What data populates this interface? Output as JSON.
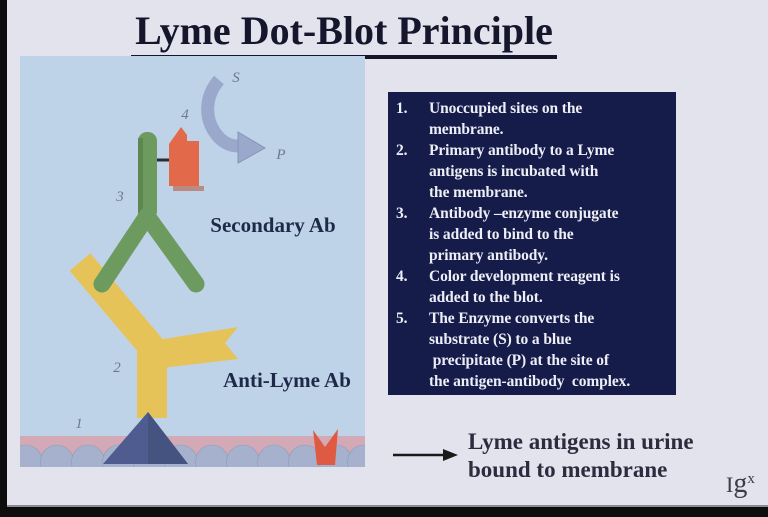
{
  "title": {
    "text": "Lyme Dot-Blot Principle"
  },
  "diagram": {
    "labels": {
      "secondary_ab": "Secondary Ab",
      "anti_lyme_ab": "Anti-Lyme Ab",
      "substrate": "S",
      "product": "P",
      "n1": "1",
      "n2": "2",
      "n3": "3",
      "n4": "4"
    },
    "colors": {
      "panel": "#bfd3e8",
      "membrane_band": "#d4a9b6",
      "membrane_bump": "#a6b1cd",
      "antigen_triangle": "#4e5c90",
      "antigen_triangle_shade": "#44517f",
      "primary_antibody_yellow": "#e6c358",
      "secondary_antibody_green": "#6d9a5f",
      "enzyme_orange": "#e2694a",
      "enzyme_shadow": "#b5502f",
      "antigen_chevron_red": "#de5a43",
      "substrate_arrow": "#9aa8cb",
      "substrate_arrow_edge": "#8694b8",
      "steps_box_bg": "#161c4a",
      "slide_bg": "#e3e3ee",
      "frame": "#0d0d0d"
    }
  },
  "steps_box": {
    "items": [
      {
        "num": "1.",
        "lines": [
          "Unoccupied sites on the",
          "membrane."
        ]
      },
      {
        "num": "2.",
        "lines": [
          "Primary antibody to a Lyme",
          "antigens is incubated with",
          "the membrane."
        ]
      },
      {
        "num": "3.",
        "lines": [
          "Antibody –enzyme conjugate",
          "is added to bind to the",
          "primary antibody."
        ]
      },
      {
        "num": "4.",
        "lines": [
          "Color development reagent is",
          "added to the blot."
        ]
      },
      {
        "num": "5.",
        "lines": [
          "The Enzyme converts the",
          "substrate (S) to a blue",
          " precipitate (P) at the site of",
          "the antigen-antibody  complex."
        ]
      }
    ]
  },
  "footer": {
    "caption_line1": "Lyme antigens in urine",
    "caption_line2": "bound to membrane",
    "logo_i": "I",
    "logo_g": "g",
    "logo_x": "x"
  }
}
